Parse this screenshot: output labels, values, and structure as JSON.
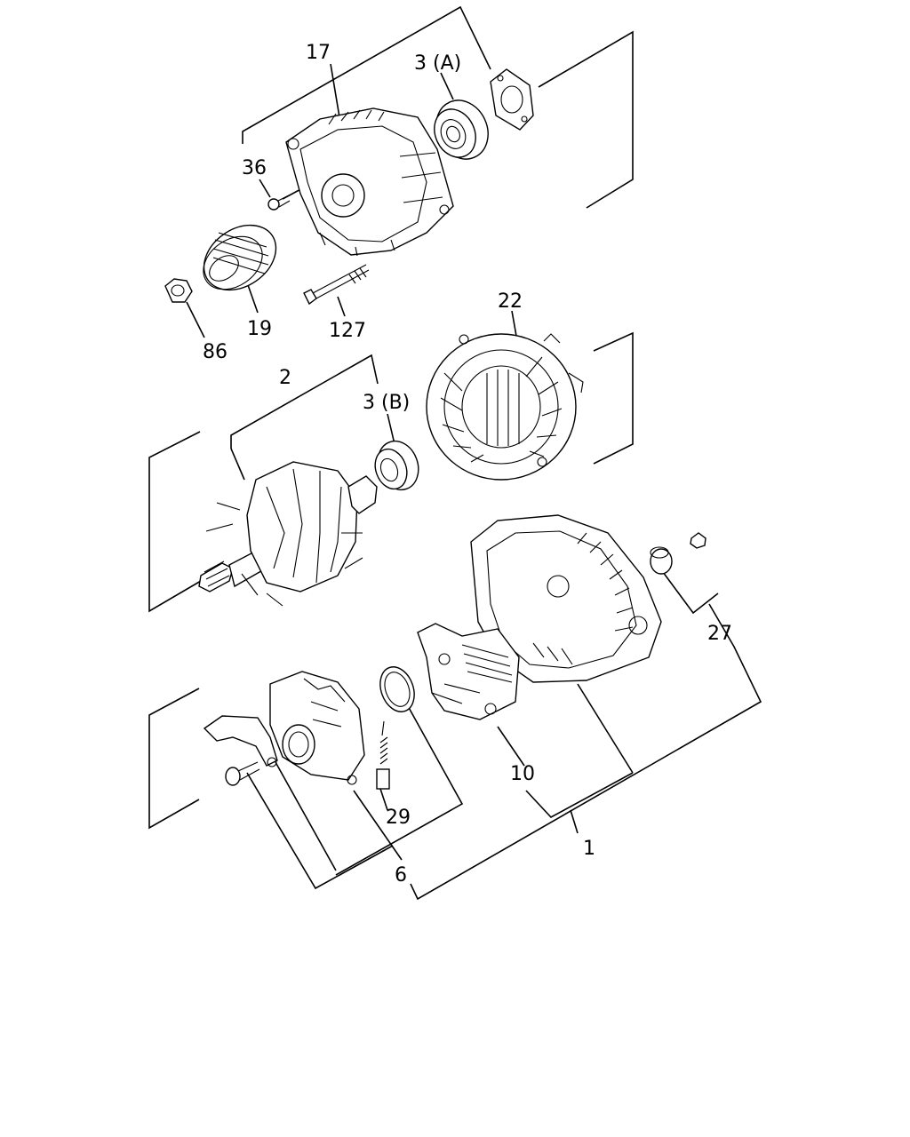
{
  "diagram": {
    "type": "exploded-parts-view",
    "callouts": [
      {
        "id": "c17",
        "text": "17"
      },
      {
        "id": "c3a",
        "text": "3 (A)"
      },
      {
        "id": "c36",
        "text": "36"
      },
      {
        "id": "c19",
        "text": "19"
      },
      {
        "id": "c127",
        "text": "127"
      },
      {
        "id": "c86",
        "text": "86"
      },
      {
        "id": "c22",
        "text": "22"
      },
      {
        "id": "c2",
        "text": "2"
      },
      {
        "id": "c3b",
        "text": "3 (B)"
      },
      {
        "id": "c27",
        "text": "27"
      },
      {
        "id": "c10",
        "text": "10"
      },
      {
        "id": "c29",
        "text": "29"
      },
      {
        "id": "c1",
        "text": "1"
      },
      {
        "id": "c6",
        "text": "6"
      }
    ]
  }
}
